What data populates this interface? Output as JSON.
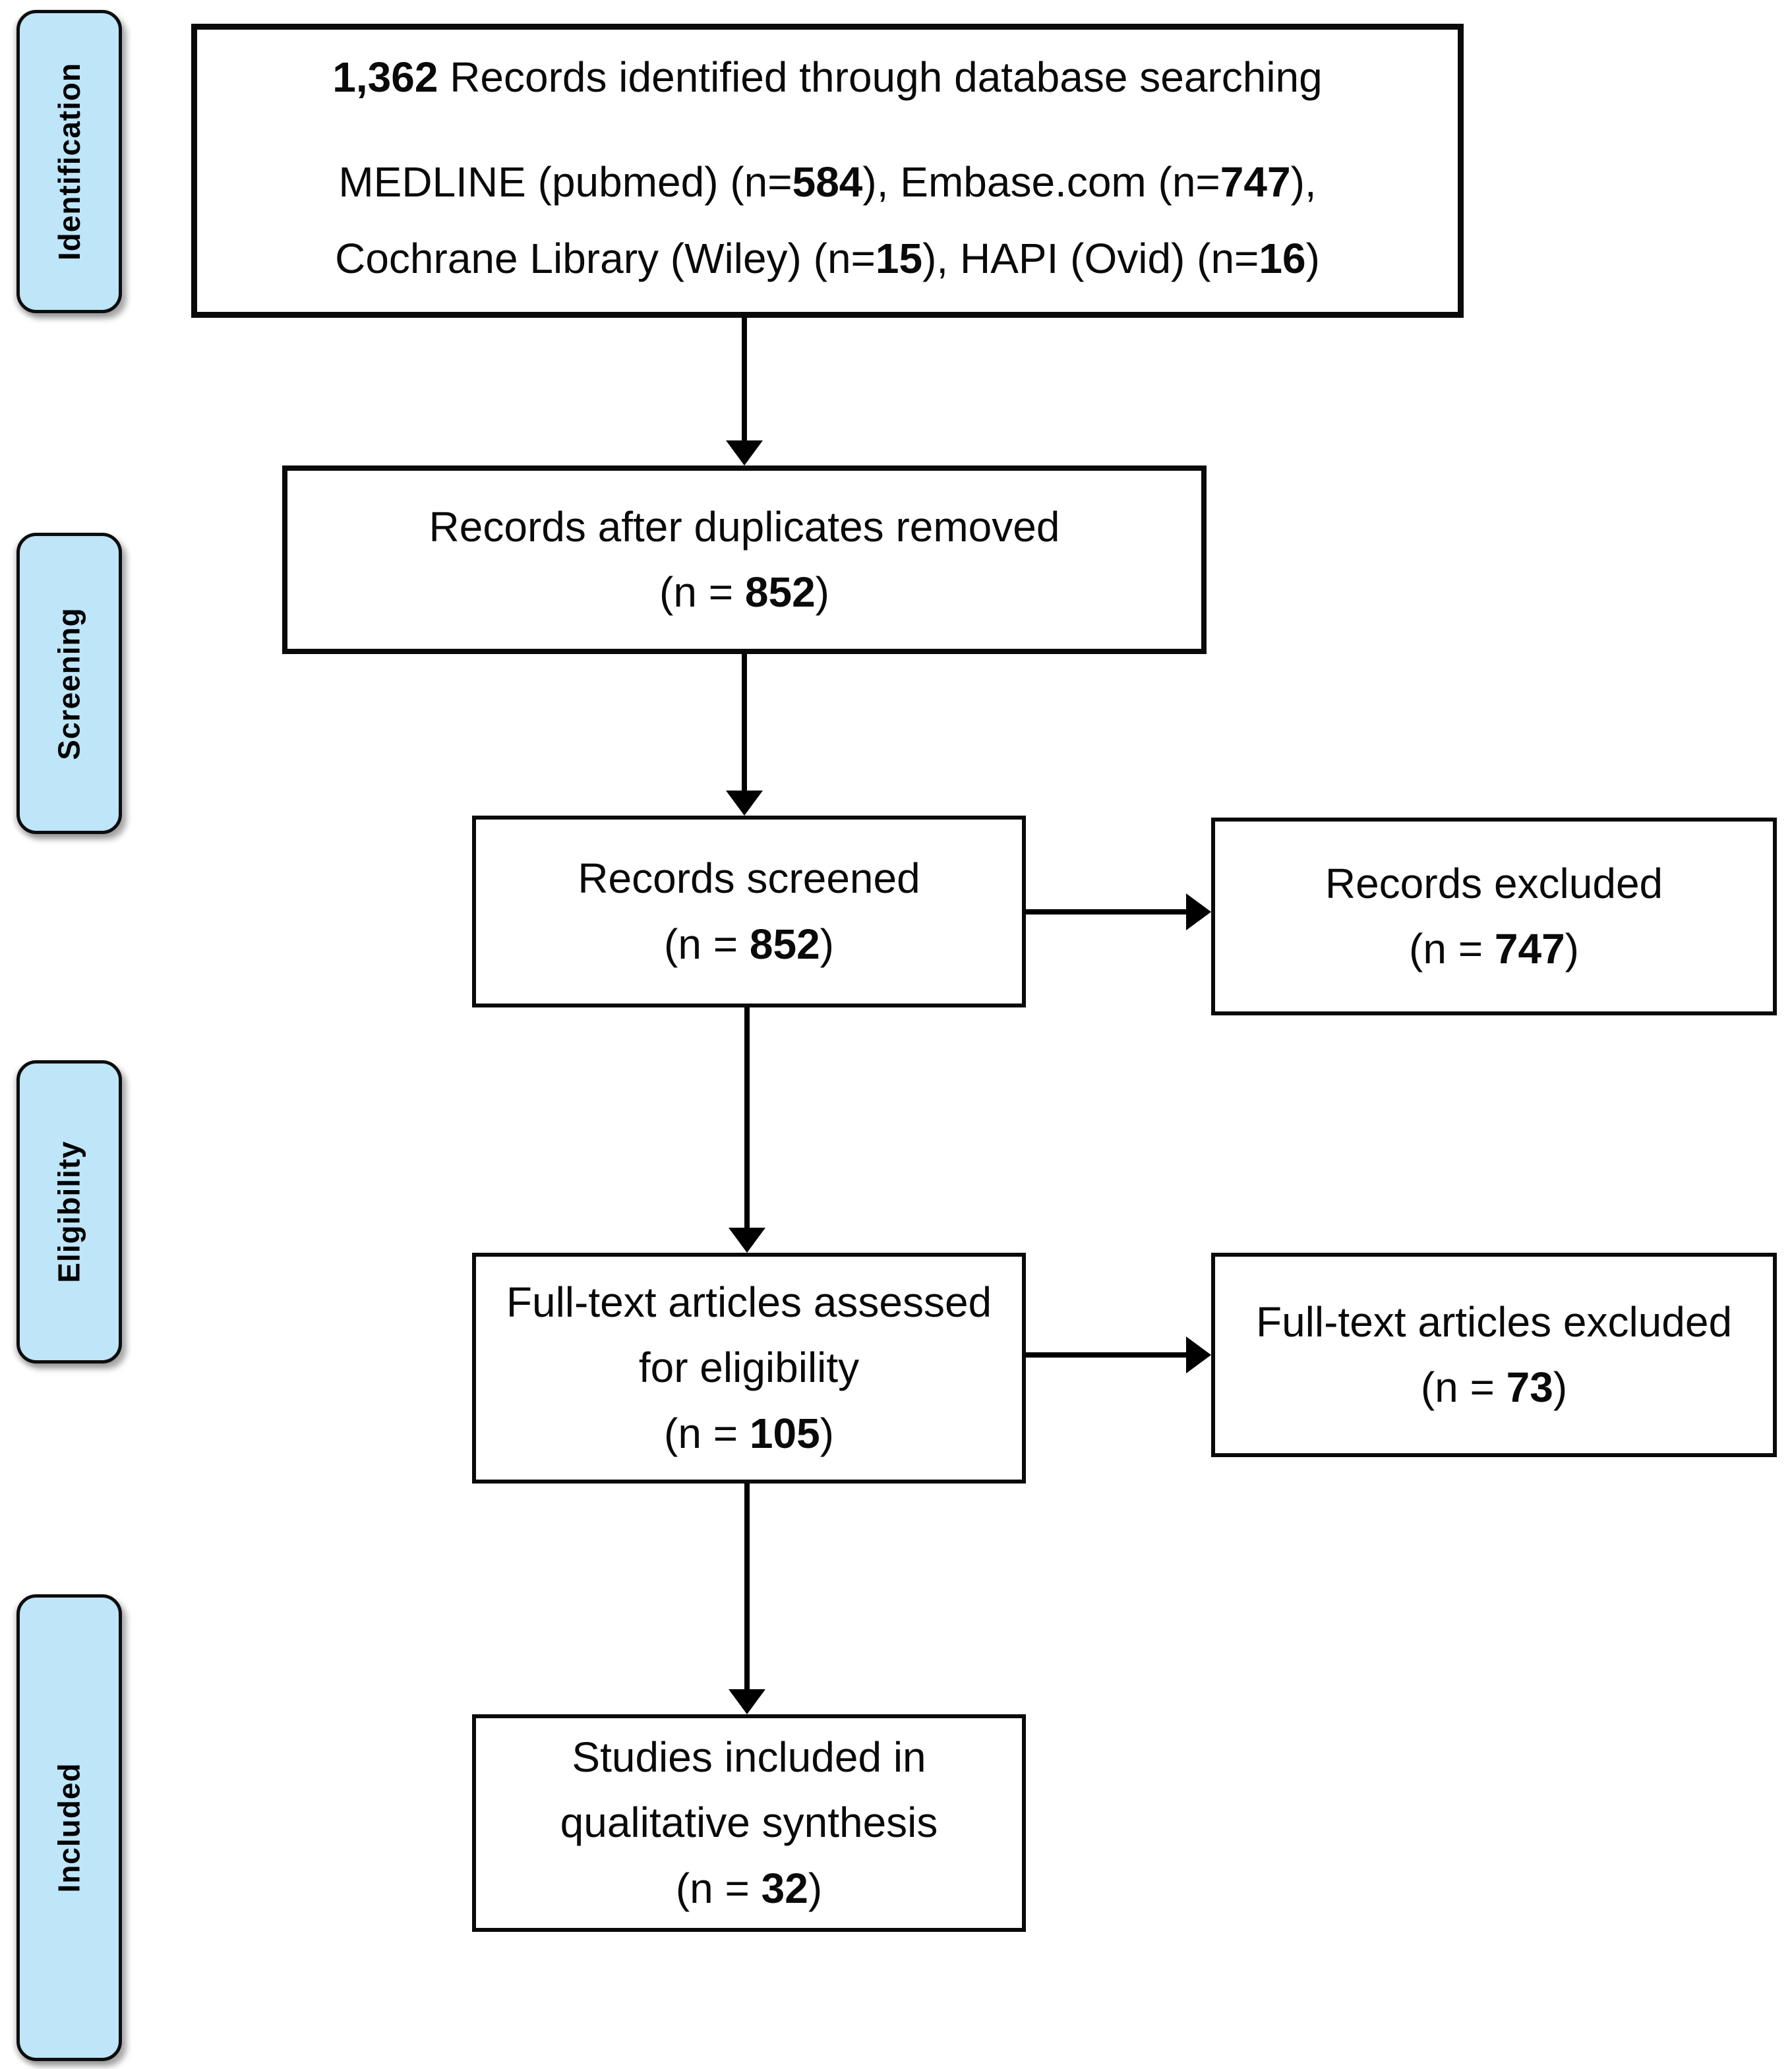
{
  "diagram": {
    "type": "prisma-flow-diagram",
    "colors": {
      "stage_fill": "#BEE5F8",
      "box_fill": "#FFFFFF",
      "line": "#000000",
      "text": "#0A0A0A"
    },
    "stages": [
      {
        "label": "Identification"
      },
      {
        "label": "Screening"
      },
      {
        "label": "Eligibility"
      },
      {
        "label": "Included"
      }
    ],
    "boxes": {
      "identified": {
        "count": "1,362",
        "title": " Records identified through database searching",
        "src_a": "MEDLINE (pubmed) (n=",
        "src_a_n": "584",
        "src_b": "), Embase.com (n=",
        "src_b_n": "747",
        "src_b_end": "),",
        "src_c": "Cochrane Library (Wiley) (n=",
        "src_c_n": "15",
        "src_d": "), HAPI (Ovid) (n=",
        "src_d_n": "16",
        "src_d_end": ")"
      },
      "duplicates_removed": {
        "title": "Records after duplicates removed",
        "n_prefix": "(n = ",
        "n": "852",
        "n_suffix": ")"
      },
      "screened": {
        "title": "Records screened",
        "n_prefix": "(n = ",
        "n": "852",
        "n_suffix": ")"
      },
      "records_excluded": {
        "title": "Records excluded",
        "n_prefix": "(n = ",
        "n": "747",
        "n_suffix": ")"
      },
      "fulltext_assessed": {
        "title_line1": "Full-text articles assessed",
        "title_line2": "for eligibility",
        "n_prefix": "(n = ",
        "n": "105",
        "n_suffix": ")"
      },
      "fulltext_excluded": {
        "title": "Full-text articles excluded",
        "n_prefix": "(n = ",
        "n": "73",
        "n_suffix": ")"
      },
      "qualitative_synthesis": {
        "title_line1": "Studies included in",
        "title_line2": "qualitative synthesis",
        "n_prefix": "(n = ",
        "n": "32",
        "n_suffix": ")"
      }
    }
  }
}
